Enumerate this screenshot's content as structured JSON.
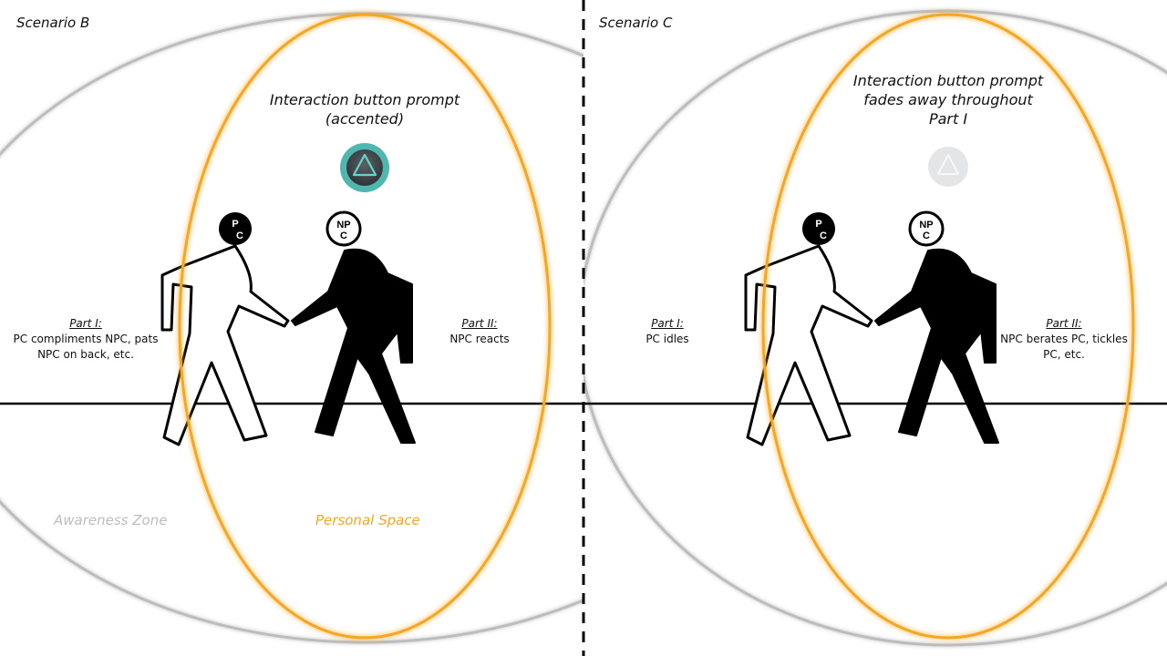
{
  "colors": {
    "awareness_zone": "#bdbdbd",
    "personal_space": "#f5a623",
    "ground": "#000000",
    "divider": "#000000",
    "pc_figure_fill": "#ffffff",
    "npc_figure_fill": "#000000",
    "prompt_button_ring": "#4fb6b0",
    "prompt_button_center": "#404548",
    "prompt_faded": "#e3e5e6"
  },
  "scenario_b": {
    "title": "Scenario B",
    "prompt_text": "Interaction button prompt (accented)",
    "prompt_button": {
      "icon": "triangle-icon",
      "state": "accented"
    },
    "pc_tag": "PC",
    "npc_tag": "NPC",
    "part1": {
      "title": "Part I:",
      "text": "PC compliments NPC, pats NPC on back, etc."
    },
    "part2": {
      "title": "Part II:",
      "text": "NPC reacts"
    },
    "awareness_zone_label": "Awareness Zone",
    "personal_space_label": "Personal Space"
  },
  "scenario_c": {
    "title": "Scenario C",
    "prompt_text": "Interaction button prompt fades away throughout Part I",
    "prompt_button": {
      "icon": "triangle-icon",
      "state": "faded"
    },
    "pc_tag": "PC",
    "npc_tag": "NPC",
    "part1": {
      "title": "Part I:",
      "text": "PC idles"
    },
    "part2": {
      "title": "Part II:",
      "text": "NPC berates PC, tickles PC, etc."
    }
  }
}
